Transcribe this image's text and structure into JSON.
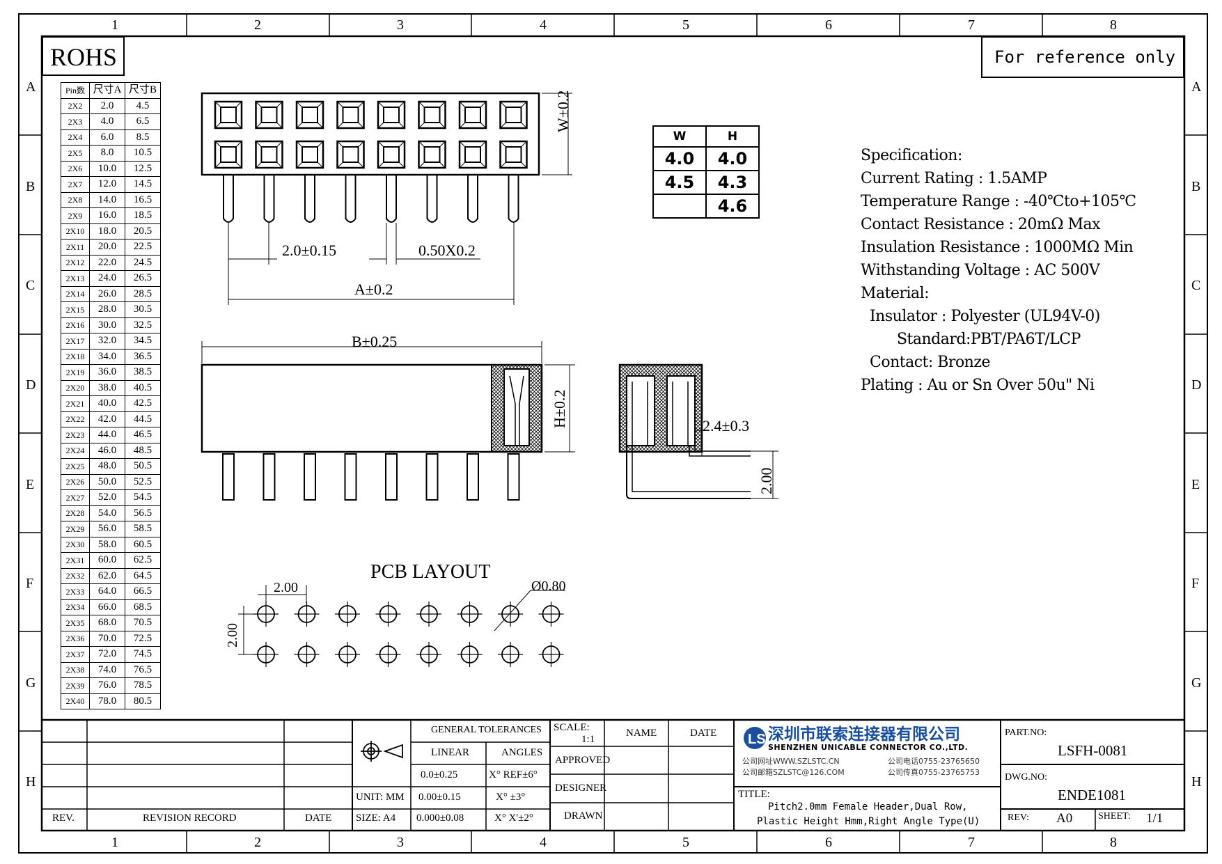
{
  "zones": {
    "columns": [
      "1",
      "2",
      "3",
      "4",
      "5",
      "6",
      "7",
      "8"
    ],
    "rows": [
      "A",
      "B",
      "C",
      "D",
      "E",
      "F",
      "G",
      "H"
    ]
  },
  "rohs": "ROHS",
  "reference_note": "For reference only",
  "dimension_table": {
    "headers": [
      "Pin数",
      "尺寸A",
      "尺寸B"
    ],
    "rows": [
      [
        "2X2",
        "2.0",
        "4.5"
      ],
      [
        "2X3",
        "4.0",
        "6.5"
      ],
      [
        "2X4",
        "6.0",
        "8.5"
      ],
      [
        "2X5",
        "8.0",
        "10.5"
      ],
      [
        "2X6",
        "10.0",
        "12.5"
      ],
      [
        "2X7",
        "12.0",
        "14.5"
      ],
      [
        "2X8",
        "14.0",
        "16.5"
      ],
      [
        "2X9",
        "16.0",
        "18.5"
      ],
      [
        "2X10",
        "18.0",
        "20.5"
      ],
      [
        "2X11",
        "20.0",
        "22.5"
      ],
      [
        "2X12",
        "22.0",
        "24.5"
      ],
      [
        "2X13",
        "24.0",
        "26.5"
      ],
      [
        "2X14",
        "26.0",
        "28.5"
      ],
      [
        "2X15",
        "28.0",
        "30.5"
      ],
      [
        "2X16",
        "30.0",
        "32.5"
      ],
      [
        "2X17",
        "32.0",
        "34.5"
      ],
      [
        "2X18",
        "34.0",
        "36.5"
      ],
      [
        "2X19",
        "36.0",
        "38.5"
      ],
      [
        "2X20",
        "38.0",
        "40.5"
      ],
      [
        "2X21",
        "40.0",
        "42.5"
      ],
      [
        "2X22",
        "42.0",
        "44.5"
      ],
      [
        "2X23",
        "44.0",
        "46.5"
      ],
      [
        "2X24",
        "46.0",
        "48.5"
      ],
      [
        "2X25",
        "48.0",
        "50.5"
      ],
      [
        "2X26",
        "50.0",
        "52.5"
      ],
      [
        "2X27",
        "52.0",
        "54.5"
      ],
      [
        "2X28",
        "54.0",
        "56.5"
      ],
      [
        "2X29",
        "56.0",
        "58.5"
      ],
      [
        "2X30",
        "58.0",
        "60.5"
      ],
      [
        "2X31",
        "60.0",
        "62.5"
      ],
      [
        "2X32",
        "62.0",
        "64.5"
      ],
      [
        "2X33",
        "64.0",
        "66.5"
      ],
      [
        "2X34",
        "66.0",
        "68.5"
      ],
      [
        "2X35",
        "68.0",
        "70.5"
      ],
      [
        "2X36",
        "70.0",
        "72.5"
      ],
      [
        "2X37",
        "72.0",
        "74.5"
      ],
      [
        "2X38",
        "74.0",
        "76.5"
      ],
      [
        "2X39",
        "76.0",
        "78.5"
      ],
      [
        "2X40",
        "78.0",
        "80.5"
      ]
    ]
  },
  "drawing_labels": {
    "w_dim": "W±0.2",
    "pitch": "2.0±0.15",
    "pin_width": "0.50X0.2",
    "a_dim": "A±0.2",
    "b_dim": "B±0.25",
    "h_dim": "H±0.2",
    "offset": "2.4±0.3",
    "pin_len": "2.00",
    "pcb_title": "PCB LAYOUT",
    "pcb_pitch_x": "2.00",
    "pcb_pitch_y": "2.00",
    "hole_dia": "Ø0.80"
  },
  "wh_table": {
    "headers": [
      "W",
      "H"
    ],
    "rows": [
      [
        "4.0",
        "4.0"
      ],
      [
        "4.5",
        "4.3"
      ],
      [
        "",
        "4.6"
      ]
    ]
  },
  "specification": [
    "Specification:",
    "Current Rating : 1.5AMP",
    "Temperature Range : -40℃to+105℃",
    "Contact Resistance : 20mΩ Max",
    "Insulation Resistance : 1000MΩ Min",
    "Withstanding Voltage : AC 500V",
    "Material:",
    "  Insulator : Polyester (UL94V-0)",
    "        Standard:PBT/PA6T/LCP",
    "  Contact: Bronze",
    "Plating : Au or Sn Over 50u\" Ni"
  ],
  "title_block": {
    "rev_label": "REV.",
    "revision_record": "REVISION RECORD",
    "date_label": "DATE",
    "unit": "UNIT: MM",
    "size": "SIZE: A4",
    "general_tolerances": "GENERAL TOLERANCES",
    "linear": "LINEAR",
    "angles": "ANGLES",
    "tol_linear": [
      "0.0±0.25",
      "0.00±0.15",
      "0.000±0.08"
    ],
    "tol_angles": [
      "X° REF±6°",
      "X° ±3°",
      "X° X'±2°"
    ],
    "scale_label": "SCALE:",
    "scale_value": "1:1",
    "approved": "APPROVED",
    "designer": "DESIGNER",
    "drawn": "DRAWN",
    "name": "NAME",
    "date": "DATE",
    "company_cn": "深圳市联索连接器有限公司",
    "company_en": "SHENZHEN UNICABLE CONNECTOR CO.,LTD.",
    "website": "公司网址WWW.SZLSTC.CN",
    "email": "公司邮箱SZLSTC@126.COM",
    "phone": "公司电话0755-23765650",
    "fax": "公司传真0755-23765753",
    "title_label": "TITLE:",
    "title_line1": "Pitch2.0mm Female Header,Dual Row,",
    "title_line2": "Plastic Height Hmm,Right Angle Type(U)",
    "part_no_label": "PART.NO:",
    "part_no": "LSFH-0081",
    "dwg_no_label": "DWG.NO:",
    "dwg_no": "ENDE1081",
    "rev_value_label": "REV:",
    "rev_value": "A0",
    "sheet_label": "SHEET:",
    "sheet_value": "1/1"
  },
  "colors": {
    "ink": "#000000",
    "logo_blue": "#1a4fa0"
  }
}
